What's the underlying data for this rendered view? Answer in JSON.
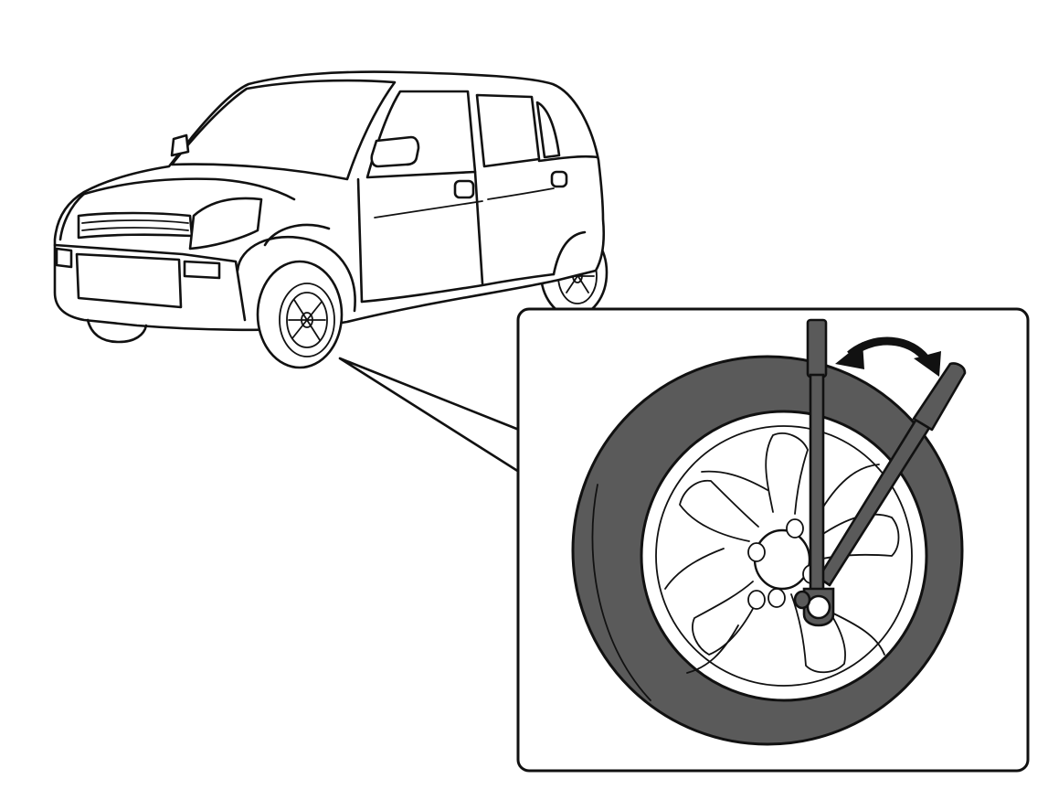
{
  "figure": {
    "kind": "illustration",
    "subject": "car-with-wheel-detail",
    "colors": {
      "line": "#111111",
      "background": "#ffffff",
      "tire": "#5a5a5a",
      "wrench": "#5a5a5a"
    },
    "icons": [
      "car",
      "wheel",
      "lug-wrench",
      "rotation-arrow"
    ]
  }
}
